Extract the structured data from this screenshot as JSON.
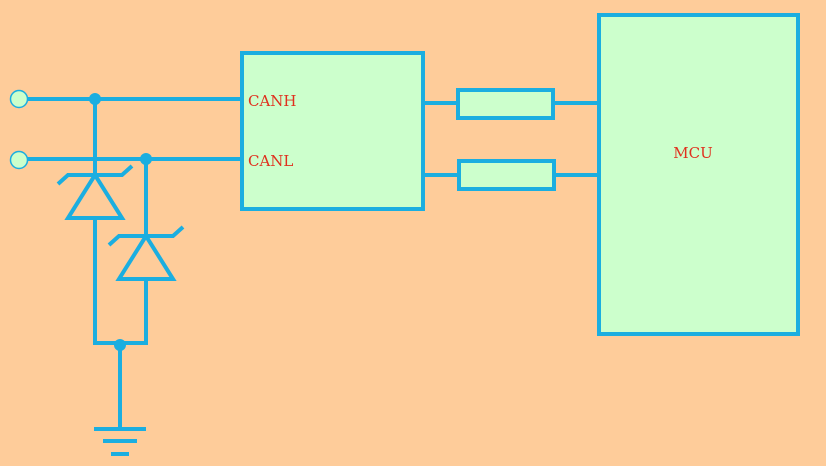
{
  "diagram": {
    "transceiver": {
      "pin_high": "CANH",
      "pin_low": "CANL"
    },
    "mcu": {
      "label": "MCU"
    }
  },
  "colors": {
    "background": "#FECC9A",
    "wire": "#1BAEE0",
    "block_fill": "#CCFFCC",
    "label_text": "#E0301E",
    "terminal_fill": "#CCFFCC"
  }
}
